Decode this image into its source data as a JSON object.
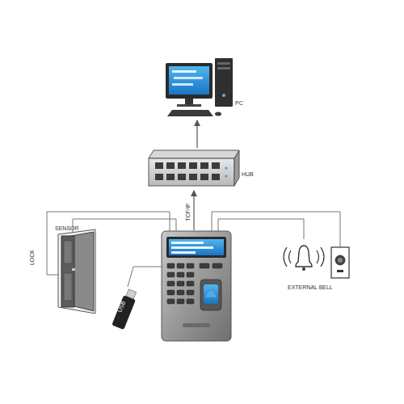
{
  "diagram": {
    "nodes": [
      {
        "text": [
          "PC"
        ]
      },
      {
        "text": [
          "HUB"
        ]
      }
    ],
    "edges": [
      {
        "from": 1,
        "to": 0,
        "arrow": "to"
      }
    ],
    "labels": [
      "TCP/IP",
      "SENSOR",
      "LOCK",
      "USB",
      "EXTERNAL BELL"
    ]
  }
}
